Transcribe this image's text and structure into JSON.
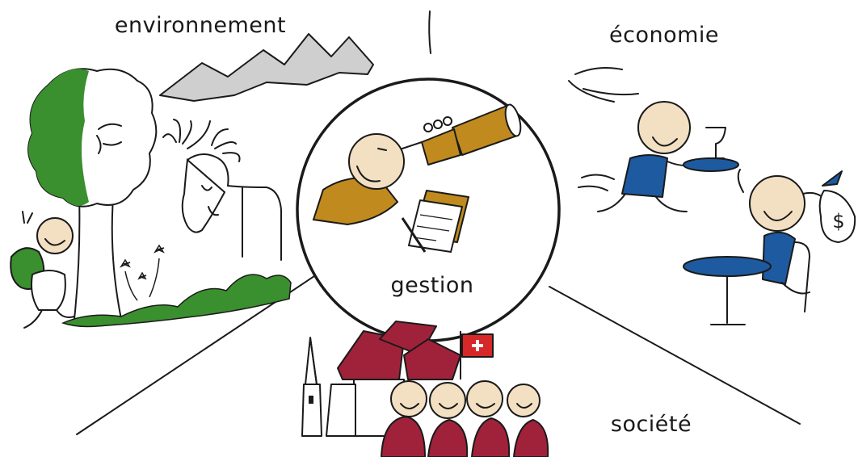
{
  "labels": {
    "environment": "environnement",
    "economy": "économie",
    "society": "société",
    "management": "gestion"
  },
  "colors": {
    "ink": "#1a1a1a",
    "green": "#3a8f2e",
    "gold": "#c08a1e",
    "blue": "#1e5aa0",
    "crimson": "#a0223a",
    "mountain": "#cfcfcf",
    "skin": "#f3dfc2",
    "swiss_red": "#d62828"
  }
}
